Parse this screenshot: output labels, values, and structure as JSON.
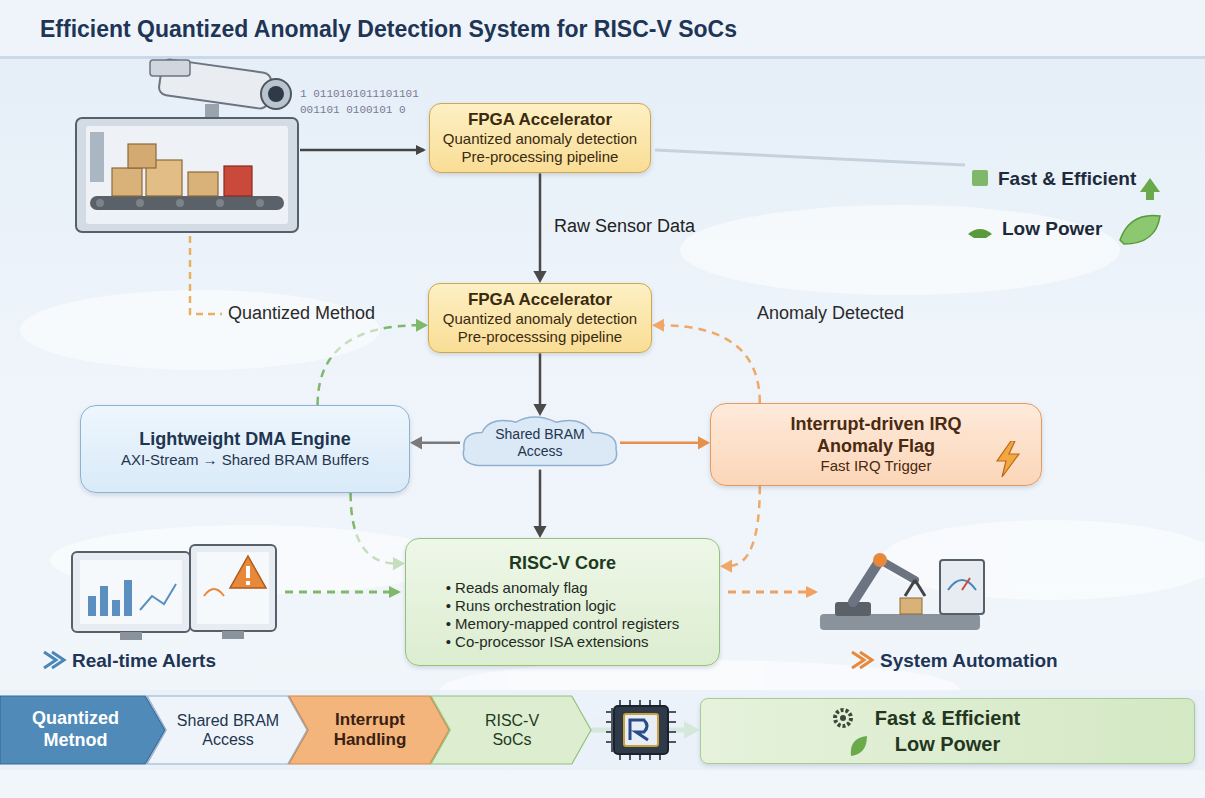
{
  "diagram": {
    "title": "Efficient Quantized Anomaly Detection System for RISC-V SoCs",
    "nodes": [
      {
        "text": [
          "FPGA Accelerator",
          "Quantized anomaly detection",
          "Pre-processing pipeline"
        ]
      },
      {
        "text": [
          "FPGA Accelerator",
          "Quantized anomaly detection",
          "Pre-processsing pipeline"
        ]
      },
      {
        "text": [
          "Lightweight DMA Engine",
          "AXI-Stream → Shared BRAM Buffers"
        ]
      },
      {
        "text": [
          "Shared BRAM Access"
        ]
      },
      {
        "text": [
          "Interrupt-driven IRQ Anomaly Flag",
          "Fast IRQ Trigger"
        ]
      },
      {
        "text": [
          "RISC-V Core",
          "• Reads anomaly flag",
          "• Runs orchestration logic",
          "• Memory-mapped control registers",
          "• Co-processor ISA extensions"
        ]
      },
      {
        "text": [
          "Quantized Metnod"
        ]
      },
      {
        "text": [
          "Shared BRAM Access"
        ]
      },
      {
        "text": [
          "Interrupt Handling"
        ]
      },
      {
        "text": [
          "RISC-V SoCs"
        ]
      },
      {
        "text": [
          "Fast & Efficient",
          "Low Power"
        ]
      }
    ],
    "edges": [
      {
        "from": 0,
        "to": 1,
        "label": "Raw Sensor Data",
        "arrow": "to"
      },
      {
        "from": 1,
        "to": 3,
        "arrow": "to"
      },
      {
        "from": 3,
        "to": 5,
        "arrow": "to"
      },
      {
        "from": 3,
        "to": 2,
        "arrow": "to"
      },
      {
        "from": 3,
        "to": 4,
        "arrow": "to"
      },
      {
        "from": 2,
        "to": 1,
        "arrow": "to"
      },
      {
        "from": 2,
        "to": 5,
        "arrow": "to"
      },
      {
        "from": 4,
        "to": 1,
        "arrow": "to"
      },
      {
        "from": 4,
        "to": 5,
        "arrow": "to"
      },
      {
        "from": 9,
        "to": 10,
        "arrow": "to"
      }
    ],
    "labels": [
      "1 0110101011101101",
      "001101 0100101 0",
      "Quantized Method",
      "Anomaly Detected",
      "Fast & Efficient",
      "Low Power",
      "Real-time Alerts",
      "System Automation"
    ]
  }
}
